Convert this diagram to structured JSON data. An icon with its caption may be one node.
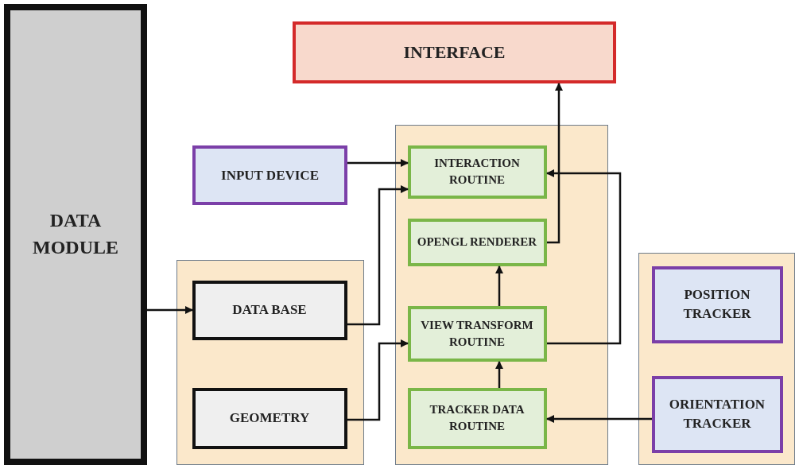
{
  "diagram": {
    "nodes": [
      {
        "text": [
          "DATA MODULE"
        ]
      },
      {
        "text": [
          "INTERFACE"
        ]
      },
      {
        "text": [
          "INPUT DEVICE"
        ]
      },
      {
        "text": [],
        "shape": "box"
      },
      {
        "text": [
          "DATA BASE"
        ],
        "in": 3
      },
      {
        "text": [
          "GEOMETRY"
        ],
        "in": 3
      },
      {
        "text": [],
        "shape": "box"
      },
      {
        "text": [
          "INTERACTION ROUTINE"
        ],
        "in": 6
      },
      {
        "text": [
          "OPENGL RENDERER"
        ],
        "in": 6
      },
      {
        "text": [
          "VIEW TRANSFORM ROUTINE"
        ],
        "in": 6
      },
      {
        "text": [
          "TRACKER DATA ROUTINE"
        ],
        "in": 6
      },
      {
        "text": [],
        "shape": "box"
      },
      {
        "text": [
          "POSITION TRACKER"
        ],
        "in": 11
      },
      {
        "text": [
          "ORIENTATION TRACKER"
        ],
        "in": 11
      }
    ],
    "edges": [
      {
        "from": 0,
        "to": 4,
        "arrow": "to"
      },
      {
        "from": 2,
        "to": 7,
        "arrow": "to"
      },
      {
        "from": 4,
        "to": 7,
        "arrow": "to"
      },
      {
        "from": 5,
        "to": 9,
        "arrow": "to"
      },
      {
        "from": 10,
        "to": 9,
        "arrow": "to"
      },
      {
        "from": 9,
        "to": 8,
        "arrow": "to"
      },
      {
        "from": 8,
        "to": 1,
        "arrow": "to"
      },
      {
        "from": 9,
        "to": 7,
        "arrow": "to"
      },
      {
        "from": 13,
        "to": 10,
        "arrow": "to"
      }
    ]
  }
}
